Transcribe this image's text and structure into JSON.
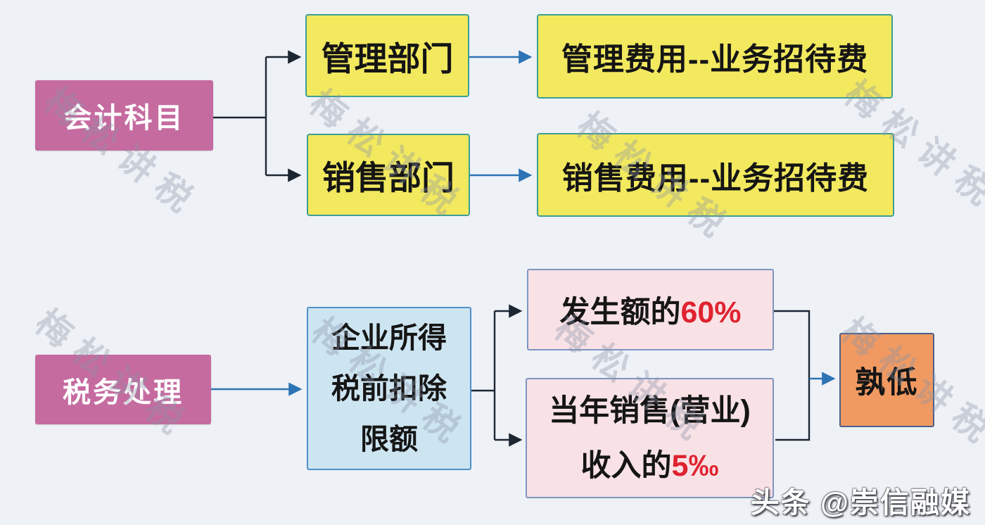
{
  "diagram": {
    "watermark": "梅松讲税",
    "credit": "头条 @崇信融媒",
    "colors": {
      "background": "#eef1f6",
      "root_mauve": "#c56ba0",
      "yellow_fill": "#f2e95f",
      "yellow_border": "#3d9e93",
      "blue_fill": "#cde4f1",
      "blue_border": "#4e92c8",
      "pink_fill": "#f8e2e6",
      "pink_border": "#7d95c1",
      "orange_fill": "#f09a62",
      "orange_border": "#49608a",
      "connector_dark": "#1c2633",
      "connector_blue": "#2d74b5",
      "highlight_red": "#e02330"
    },
    "accounting": {
      "root": "会计科目",
      "branches": [
        {
          "dept": "管理部门",
          "account": "管理费用--业务招待费"
        },
        {
          "dept": "销售部门",
          "account": "销售费用--业务招待费"
        }
      ]
    },
    "tax": {
      "root": "税务处理",
      "limit": {
        "line1": "企业所得",
        "line2": "税前扣除",
        "line3": "限额"
      },
      "options": [
        {
          "prefix": "发生额的",
          "highlight": "60%"
        },
        {
          "line1": "当年销售(营业)",
          "line2_prefix": "收入的",
          "line2_highlight": "5‰"
        }
      ],
      "result": "孰低"
    }
  }
}
